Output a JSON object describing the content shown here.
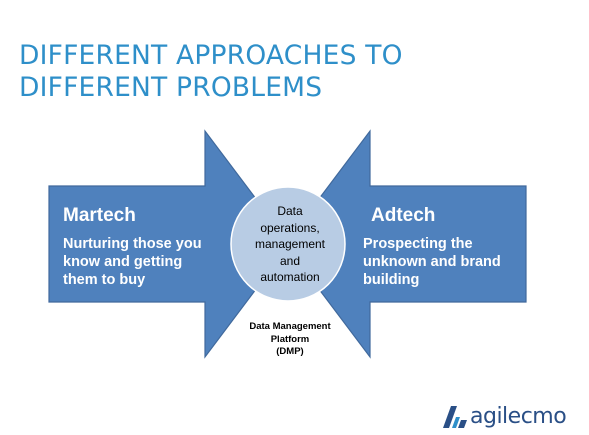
{
  "title_lines": [
    "DIFFERENT APPROACHES TO",
    "DIFFERENT PROBLEMS"
  ],
  "martech": {
    "heading": "Martech",
    "lines": [
      "Nurturing those you",
      "know and getting",
      "them to buy"
    ]
  },
  "adtech": {
    "heading": "Adtech",
    "lines": [
      "Prospecting the",
      "unknown and brand",
      "building"
    ]
  },
  "center": {
    "lines": [
      "Data",
      "operations,",
      "management",
      "and",
      "automation"
    ]
  },
  "dmp": {
    "lines": [
      "Data Management",
      "Platform",
      "(DMP)"
    ]
  },
  "brand": {
    "logo_text": "agilecmo"
  },
  "colors": {
    "title": "#2e8fc9",
    "arrow_fill": "#4f81bd",
    "arrow_stroke": "#40699c",
    "circle_fill": "#b8cce4",
    "logo": "#2a4f86"
  }
}
